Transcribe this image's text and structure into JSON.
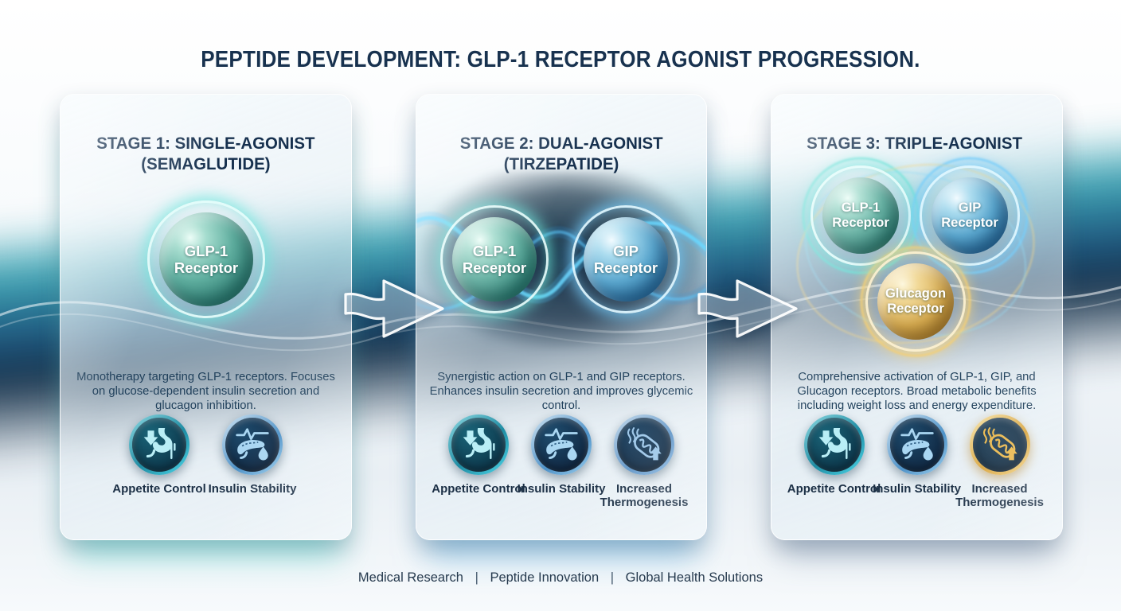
{
  "title": "PEPTIDE DEVELOPMENT: GLP-1 RECEPTOR AGONIST PROGRESSION.",
  "footer": {
    "items": [
      "Medical Research",
      "Peptide Innovation",
      "Global Health Solutions"
    ],
    "separator": "|"
  },
  "colors": {
    "title_navy": "#18324f",
    "teal_accent": "#3f8f82",
    "blue_accent": "#3e85b5",
    "gold_accent": "#c69a3e",
    "card_glass": "rgba(235,243,248,0.6)"
  },
  "stages": [
    {
      "title_line1": "STAGE 1: SINGLE-AGONIST",
      "title_line2": "(SEMAGLUTIDE)",
      "description": "Monotherapy targeting GLP-1 receptors. Focuses on glucose-dependent insulin secretion and glucagon inhibition.",
      "receptors": [
        {
          "line1": "GLP-1",
          "line2": "Receptor",
          "color": "teal"
        }
      ],
      "benefits": [
        {
          "label": "Appetite Control",
          "icon": "stomach-appetite-icon"
        },
        {
          "label": "Insulin Stability",
          "icon": "pancreas-insulin-icon"
        }
      ]
    },
    {
      "title_line1": "STAGE 2: DUAL-AGONIST",
      "title_line2": "(TIRZEPATIDE)",
      "description": "Synergistic action on GLP-1 and GIP receptors. Enhances insulin secretion and improves glycemic control.",
      "receptors": [
        {
          "line1": "GLP-1",
          "line2": "Receptor",
          "color": "teal"
        },
        {
          "line1": "GIP",
          "line2": "Receptor",
          "color": "blue"
        }
      ],
      "benefits": [
        {
          "label": "Appetite Control",
          "icon": "stomach-appetite-icon"
        },
        {
          "label": "Insulin Stability",
          "icon": "pancreas-insulin-icon"
        },
        {
          "label": "Increased Thermogenesis",
          "icon": "mitochondria-thermogenesis-icon"
        }
      ]
    },
    {
      "title_line1": "STAGE 3: TRIPLE-AGONIST",
      "title_line2": "",
      "description": "Comprehensive activation of GLP-1, GIP, and Glucagon receptors. Broad metabolic benefits including weight loss and energy expenditure.",
      "receptors": [
        {
          "line1": "GLP-1",
          "line2": "Receptor",
          "color": "teal"
        },
        {
          "line1": "GIP",
          "line2": "Receptor",
          "color": "blue"
        },
        {
          "line1": "Glucagon",
          "line2": "Receptor",
          "color": "gold"
        }
      ],
      "benefits": [
        {
          "label": "Appetite Control",
          "icon": "stomach-appetite-icon"
        },
        {
          "label": "Insulin Stability",
          "icon": "pancreas-insulin-icon"
        },
        {
          "label": "Increased Thermogenesis",
          "icon": "mitochondria-thermogenesis-icon"
        }
      ]
    }
  ]
}
